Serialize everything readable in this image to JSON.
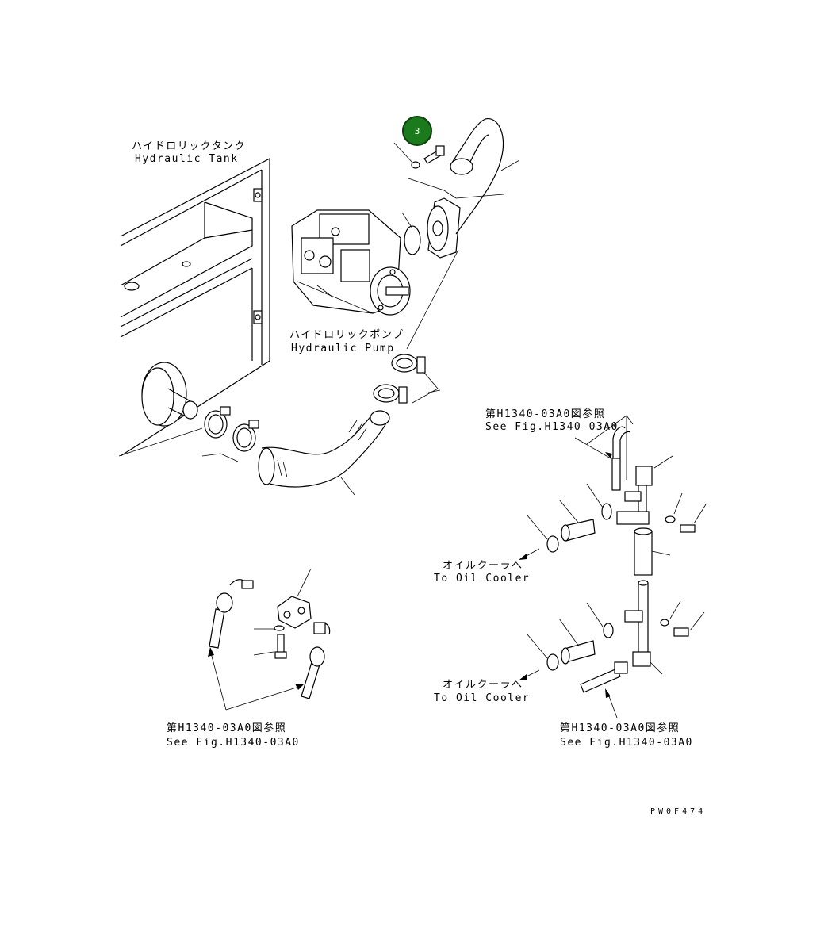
{
  "labels": {
    "tank_jp": "ハイドロリックタンク",
    "tank_en": "Hydraulic Tank",
    "pump_jp": "ハイドロリックポンプ",
    "pump_en": "Hydraulic Pump",
    "ref_top_jp": "第H1340-03A0図参照",
    "ref_top_en": "See Fig.H1340-03A0",
    "oil_cooler_upper_jp": "オイルクーラへ",
    "oil_cooler_upper_en": "To Oil Cooler",
    "oil_cooler_lower_jp": "オイルクーラへ",
    "oil_cooler_lower_en": "To Oil Cooler",
    "ref_left_jp": "第H1340-03A0図参照",
    "ref_left_en": "See Fig.H1340-03A0",
    "ref_right_jp": "第H1340-03A0図参照",
    "ref_right_en": "See Fig.H1340-03A0",
    "figure_id": "PW0F474"
  },
  "callout": {
    "number": "3",
    "color": "#1b7a1b"
  }
}
